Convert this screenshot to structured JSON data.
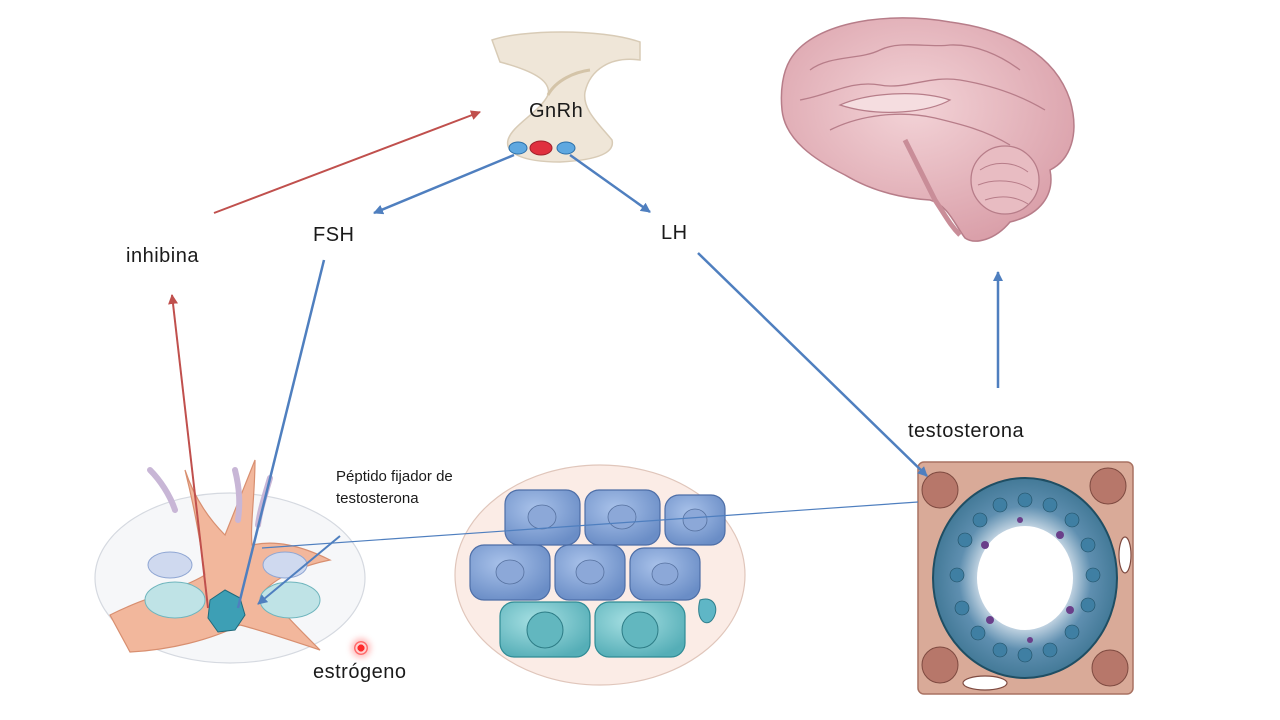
{
  "labels": {
    "gnrh": "GnRh",
    "fsh": "FSH",
    "lh": "LH",
    "inhibina": "inhibina",
    "testosterona": "testosterona",
    "peptido_line1": "Péptido fijador de",
    "peptido_line2": "testosterona",
    "estrogeno": "estrógeno"
  },
  "colors": {
    "stimulation_arrow": "#4f7fbf",
    "inhibition_arrow": "#c0504d",
    "brain": "#e3b4bc",
    "tubule_tissue": "#d8a99a",
    "cell_blue": "#7d9fd1",
    "cell_teal": "#6fc2c8"
  },
  "icons": [
    "brain-illustration",
    "pituitary-illustration",
    "sertoli-cell-illustration",
    "germ-cells-illustration",
    "seminiferous-tubule-illustration",
    "cursor-indicator"
  ]
}
